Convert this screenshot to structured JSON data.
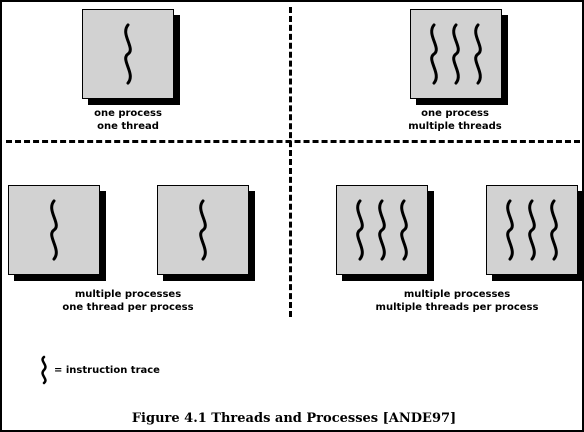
{
  "quadrants": {
    "top_left": {
      "line1": "one process",
      "line2": "one thread"
    },
    "top_right": {
      "line1": "one process",
      "line2": "multiple threads"
    },
    "bottom_left": {
      "line1": "multiple processes",
      "line2": "one thread per process"
    },
    "bottom_right": {
      "line1": "multiple processes",
      "line2": "multiple threads per process"
    }
  },
  "legend": {
    "text": "= instruction trace",
    "icon": "wavy-line-icon"
  },
  "caption": "Figure 4.1   Threads and Processes [ANDE97]",
  "colors": {
    "process_fill": "#d2d2d2",
    "shadow": "#000000",
    "line": "#000000"
  }
}
